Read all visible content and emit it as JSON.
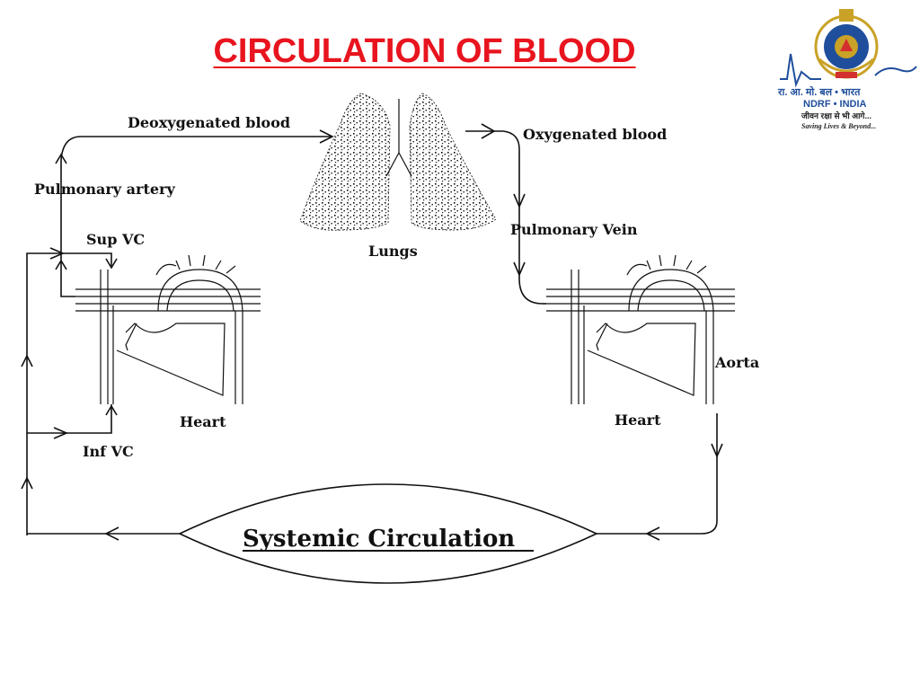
{
  "slide": {
    "title": "CIRCULATION OF BLOOD"
  },
  "diagram": {
    "labels": {
      "deoxygenated": "Deoxygenated blood",
      "oxygenated": "Oxygenated blood",
      "pulmonary_artery": "Pulmonary artery",
      "pulmonary_vein": "Pulmonary Vein",
      "lungs": "Lungs",
      "sup_vc": "Sup VC",
      "inf_vc": "Inf VC",
      "heart_left": "Heart",
      "heart_right": "Heart",
      "aorta": "Aorta",
      "systemic": "Systemic Circulation"
    },
    "colors": {
      "line": "#111111",
      "title": "#e8141e"
    }
  },
  "logo": {
    "hindi_line": "रा. आ. मो. बल • भारत",
    "org": "NDRF • INDIA",
    "hindi_motto": "जीवन रक्षा से भी आगे...",
    "motto": "Saving Lives & Beyond...",
    "colors": {
      "primary": "#1f4e9c",
      "gold": "#c9a227",
      "accent": "#d32f2f"
    }
  }
}
